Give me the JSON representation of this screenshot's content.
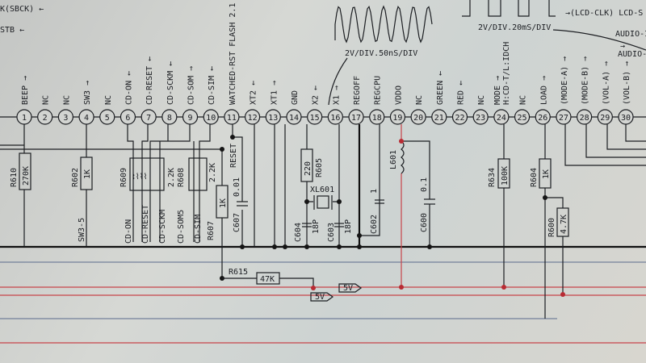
{
  "top_labels": {
    "sbck": "K(SBCK) ←",
    "stb": "STB ←",
    "wave1_caption": "2V/DIV.50nS/DIV",
    "wave2_caption": "2V/DIV.20mS/DIV",
    "lcd_clk": "→(LCD-CLK) LCD-S",
    "audio1": "AUDIO-I",
    "audio2": "AUDIO-",
    "audio_arrow": "→"
  },
  "pins": [
    {
      "num": "1",
      "label": "BEEP →"
    },
    {
      "num": "2",
      "label": "NC"
    },
    {
      "num": "3",
      "label": "NC"
    },
    {
      "num": "4",
      "label": "SW3 →"
    },
    {
      "num": "5",
      "label": "NC"
    },
    {
      "num": "6",
      "label": "CD-ON ←"
    },
    {
      "num": "7",
      "label": "CD-RESET ←"
    },
    {
      "num": "8",
      "label": "CD-SCKM ←"
    },
    {
      "num": "9",
      "label": "CD-SOM →"
    },
    {
      "num": "10",
      "label": "CD-SIM ←"
    },
    {
      "num": "11",
      "label": "WATCHED-RST FLASH 2.1"
    },
    {
      "num": "12",
      "label": "XT2 ←"
    },
    {
      "num": "13",
      "label": "XT1 →"
    },
    {
      "num": "14",
      "label": "GND"
    },
    {
      "num": "15",
      "label": "X2 ←"
    },
    {
      "num": "16",
      "label": "X1 →"
    },
    {
      "num": "17",
      "label": "REGOFF"
    },
    {
      "num": "18",
      "label": "REGCPU"
    },
    {
      "num": "19",
      "label": "VDDO"
    },
    {
      "num": "20",
      "label": "NC"
    },
    {
      "num": "21",
      "label": "GREEN ←"
    },
    {
      "num": "22",
      "label": "RED ←"
    },
    {
      "num": "23",
      "label": "NC"
    },
    {
      "num": "24",
      "label": "MODE →",
      "sub": "H:CD-T/L:IDCH"
    },
    {
      "num": "25",
      "label": "NC"
    },
    {
      "num": "26",
      "label": "LOAD →"
    },
    {
      "num": "27",
      "label": "(MODE-A) →"
    },
    {
      "num": "28",
      "label": "(MODE-B) →"
    },
    {
      "num": "29",
      "label": "(VOL-A) →"
    },
    {
      "num": "30",
      "label": "(VOL-B) →"
    }
  ],
  "components": {
    "r610": {
      "ref": "R610",
      "value": "270K"
    },
    "r602": {
      "ref": "R602",
      "value": "1K"
    },
    "sw35": "SW3-5",
    "r609": {
      "ref": "R609"
    },
    "r608": {
      "ref": "R608",
      "value": "2.2K"
    },
    "r608b": {
      "value": "2.2K"
    },
    "r607": {
      "ref": "R607",
      "value": "1K"
    },
    "c607": {
      "ref": "C607",
      "value": "0.01"
    },
    "reset": "RESET",
    "r605": {
      "ref": "R605",
      "value": "220"
    },
    "xl601": {
      "ref": "XL601"
    },
    "c604": {
      "ref": "C604",
      "value": "18P"
    },
    "c603": {
      "ref": "C603",
      "value": "18P"
    },
    "c602": {
      "ref": "C602",
      "value": "1"
    },
    "l601": {
      "ref": "L601"
    },
    "c600": {
      "ref": "C600",
      "value": "0.1"
    },
    "r634": {
      "ref": "R634",
      "value": "100K"
    },
    "r604": {
      "ref": "R604",
      "value": "1K"
    },
    "r600": {
      "ref": "R600",
      "value": "4.7K"
    },
    "r615": {
      "ref": "R615",
      "value": "47K"
    },
    "v5a": "5V",
    "v5b": "5V"
  },
  "net_labels": [
    "CD-ON",
    "CD-RESET",
    "CD-SCKM",
    "CD-SOM5",
    "CD-SIM"
  ]
}
